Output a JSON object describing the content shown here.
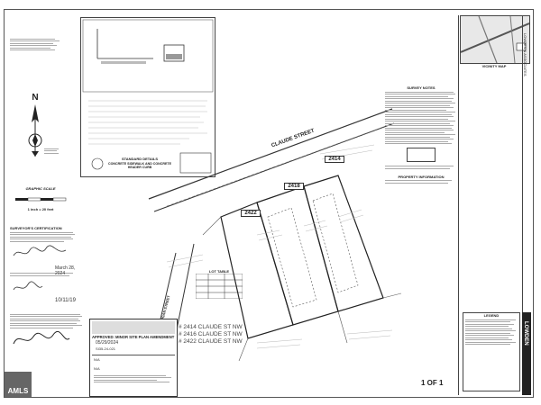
{
  "street_name": "CLAUDE STREET",
  "side_street": "LOGAN STREET",
  "lot_labels": [
    "2414",
    "2418",
    "2422"
  ],
  "detail_title": "STANDARD DETAILS",
  "detail_subtitle": "CONCRETE SIDEWALK AND CONCRETE HEADER CURB",
  "north_label": "N",
  "graphic_scale_label": "GRAPHIC SCALE",
  "scale_note": "1 inch = 20 feet",
  "lot_table_title": "LOT TABLE",
  "owner_label": "SURVEYOR'S CERTIFICATION",
  "date_signed": "March 28, 2024",
  "date_stamp": "10/11/19",
  "approval": {
    "title": "APPROVED: MINOR SITE PLAN AMENDMENT",
    "date": "05/29/2024",
    "case": "SI35-24-021",
    "addresses": [
      "# 2414 CLAUDE ST NW",
      "# 2416 CLAUDE ST NW",
      "# 2422 CLAUDE ST NW"
    ],
    "na1": "N/A",
    "na2": "N/A"
  },
  "sheet_number": "1 OF 1",
  "vicinity_map_title": "VICINITY MAP",
  "firm_name": "LOWDEN & ASSOCIATES",
  "notes_title": "SURVEY NOTES",
  "legend_title": "LEGEND",
  "property_info_title": "PROPERTY INFORMATION",
  "title_block_text": "LOWDEN",
  "watermark": "AMLS",
  "colors": {
    "ink": "#222222",
    "paper": "#ffffff",
    "gray": "#888888"
  }
}
